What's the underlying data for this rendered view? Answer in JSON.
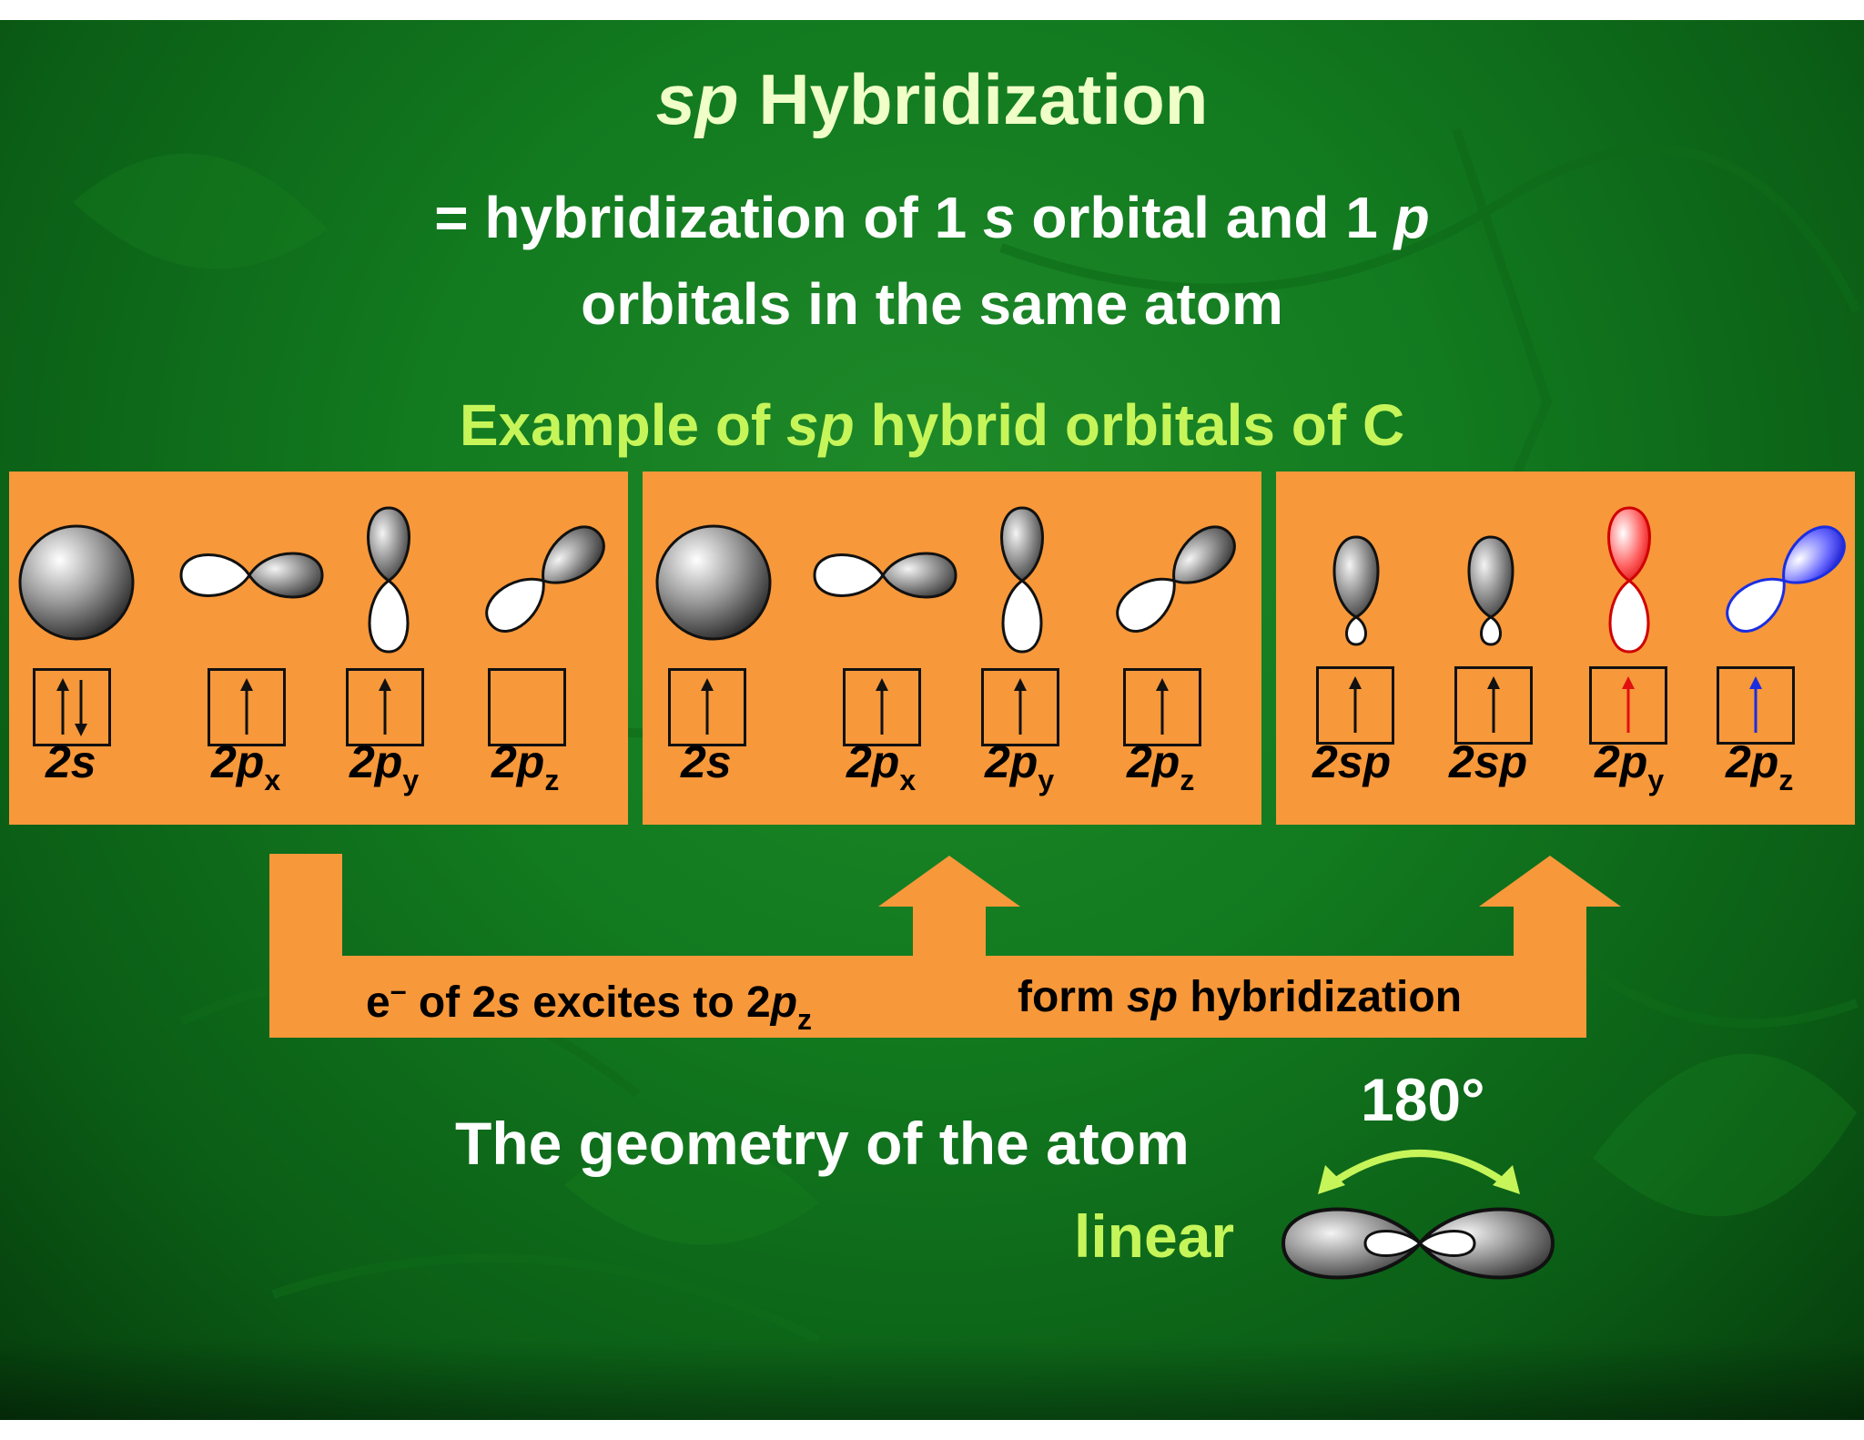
{
  "title": {
    "em": "sp",
    "rest": "Hybridization"
  },
  "definition": {
    "line1": {
      "a": "= hybridization of 1 ",
      "s": "s",
      "b": " orbital and 1 ",
      "p": "p"
    },
    "line2": "orbitals in the same atom"
  },
  "example": {
    "a": "Example of ",
    "em": "sp",
    "b": " hybrid orbitals of C"
  },
  "panels": [
    {
      "orbitals": [
        {
          "main": "2s",
          "sub": "",
          "electrons": "up-down"
        },
        {
          "main": "2p",
          "sub": "x",
          "electrons": "up"
        },
        {
          "main": "2p",
          "sub": "y",
          "electrons": "up"
        },
        {
          "main": "2p",
          "sub": "z",
          "electrons": "empty"
        }
      ]
    },
    {
      "orbitals": [
        {
          "main": "2s",
          "sub": "",
          "electrons": "up"
        },
        {
          "main": "2p",
          "sub": "x",
          "electrons": "up"
        },
        {
          "main": "2p",
          "sub": "y",
          "electrons": "up"
        },
        {
          "main": "2p",
          "sub": "z",
          "electrons": "up"
        }
      ]
    },
    {
      "orbitals": [
        {
          "main": "2sp",
          "sub": "",
          "electrons": "up"
        },
        {
          "main": "2sp",
          "sub": "",
          "electrons": "up"
        },
        {
          "main": "2p",
          "sub": "y",
          "electrons": "up"
        },
        {
          "main": "2p",
          "sub": "z",
          "electrons": "up"
        }
      ]
    }
  ],
  "steps": {
    "step1": {
      "e": "e",
      "sup": "–",
      "a": " of 2",
      "s": "s",
      "b": " excites to 2",
      "p": "p",
      "sub": "z"
    },
    "step2": {
      "a": "form ",
      "em": "sp",
      "b": " hybridization"
    }
  },
  "geometry": {
    "label": "The geometry of the atom",
    "shape": "linear",
    "angle": "180°"
  },
  "colors": {
    "panel": "#f7983a",
    "title": "#f0ffc8",
    "accent": "#c6f55a",
    "py_red": "#e01010",
    "pz_blue": "#1a2ee0"
  }
}
